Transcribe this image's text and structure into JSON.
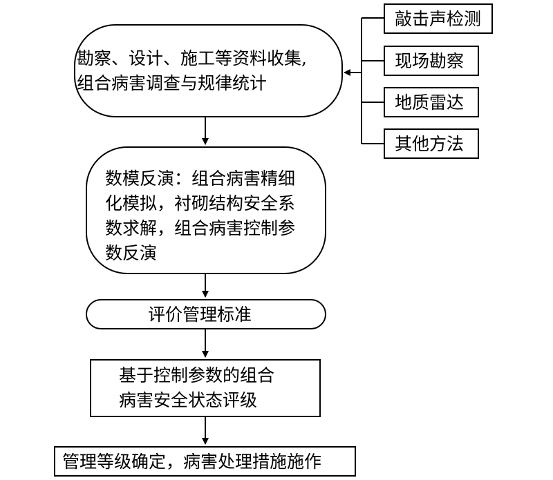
{
  "diagram": {
    "method_boxes": [
      "敲击声检测",
      "现场勘察",
      "地质雷达",
      "其他方法"
    ],
    "step1": [
      "勘察、设计、施工等资料收集,",
      "组合病害调查与规律统计"
    ],
    "step2": [
      "数模反演：组合病害精细",
      "化模拟，衬砌结构安全系",
      "数求解，组合病害控制参",
      "数反演"
    ],
    "step3": "评价管理标准",
    "step4": [
      "基于控制参数的组合",
      "病害安全状态评级"
    ],
    "step5": "管理等级确定，病害处理措施施作"
  }
}
